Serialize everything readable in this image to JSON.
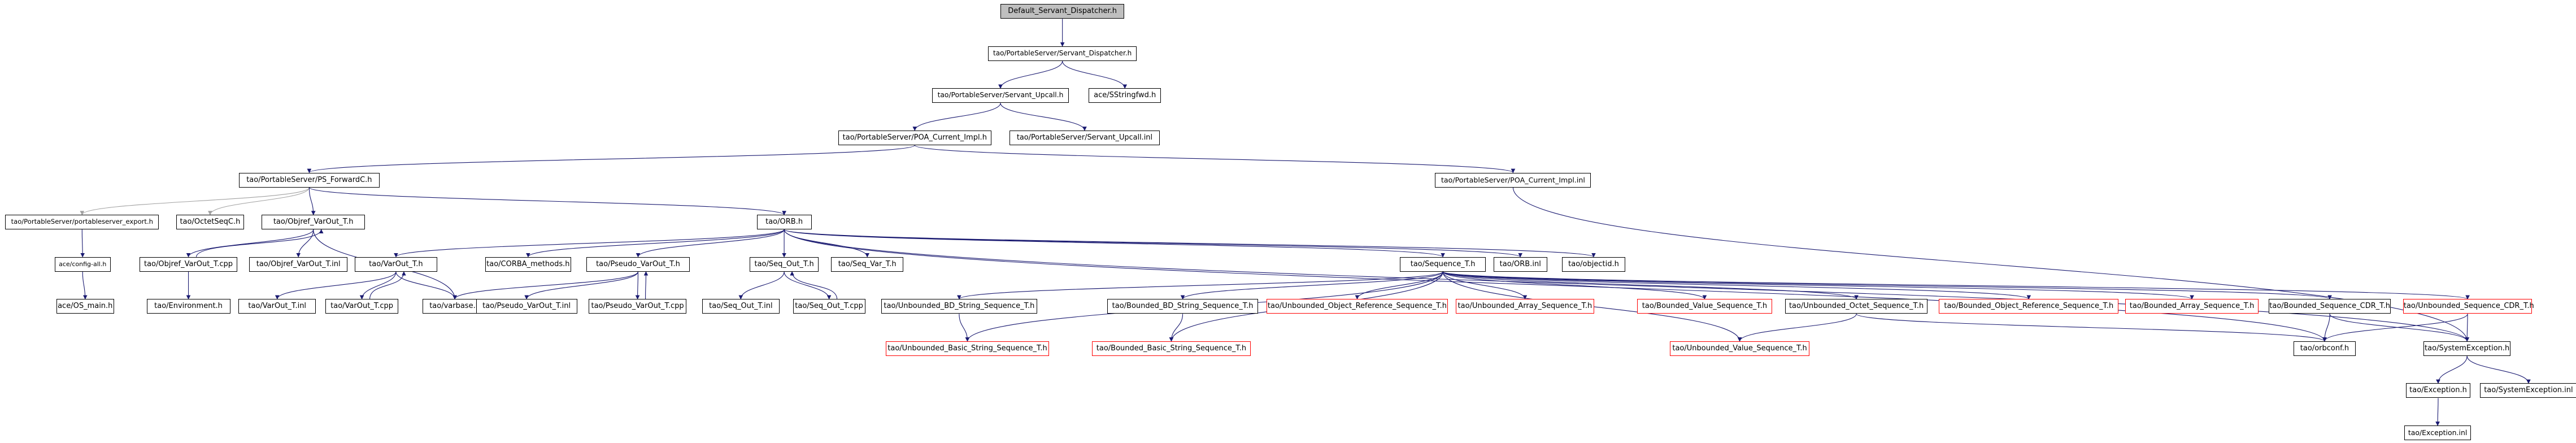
{
  "diagram": {
    "title": "Default_Servant_Dispatcher.h",
    "colors": {
      "edge": "#191970",
      "edge_alt": "#a0a0a0",
      "node_border": "#000000",
      "missing_border": "#ff0000",
      "root_fill": "#bfbfbf",
      "background": "#ffffff"
    },
    "nodes": [
      {
        "id": "n0",
        "label": "Default_Servant_Dispatcher.h",
        "root": true
      },
      {
        "id": "n1",
        "label": "tao/PortableServer/Servant_Dispatcher.h"
      },
      {
        "id": "n2",
        "label": "tao/PortableServer/Servant_Upcall.h"
      },
      {
        "id": "n3",
        "label": "ace/SStringfwd.h"
      },
      {
        "id": "n4",
        "label": "tao/PortableServer/POA_Current_Impl.h"
      },
      {
        "id": "n5",
        "label": "tao/PortableServer/Servant_Upcall.inl"
      },
      {
        "id": "n6",
        "label": "tao/PortableServer/PS_ForwardC.h"
      },
      {
        "id": "n7",
        "label": "tao/PortableServer/POA_Current_Impl.inl"
      },
      {
        "id": "n8",
        "label": "tao/PortableServer/portableserver_export.h"
      },
      {
        "id": "n9",
        "label": "tao/OctetSeqC.h"
      },
      {
        "id": "n10",
        "label": "tao/Objref_VarOut_T.h"
      },
      {
        "id": "n11",
        "label": "tao/ORB.h"
      },
      {
        "id": "n12",
        "label": "ace/config-all.h"
      },
      {
        "id": "n13",
        "label": "tao/Objref_VarOut_T.cpp"
      },
      {
        "id": "n14",
        "label": "tao/Objref_VarOut_T.inl"
      },
      {
        "id": "n15",
        "label": "tao/VarOut_T.h"
      },
      {
        "id": "n16",
        "label": "tao/CORBA_methods.h"
      },
      {
        "id": "n17",
        "label": "tao/Pseudo_VarOut_T.h"
      },
      {
        "id": "n18",
        "label": "tao/Seq_Out_T.h"
      },
      {
        "id": "n19",
        "label": "tao/Seq_Var_T.h"
      },
      {
        "id": "n20",
        "label": "tao/Sequence_T.h"
      },
      {
        "id": "n21",
        "label": "tao/ORB.inl"
      },
      {
        "id": "n22",
        "label": "tao/objectid.h"
      },
      {
        "id": "n23",
        "label": "ace/OS_main.h"
      },
      {
        "id": "n24",
        "label": "tao/Environment.h"
      },
      {
        "id": "n25",
        "label": "tao/VarOut_T.inl"
      },
      {
        "id": "n26",
        "label": "tao/VarOut_T.cpp"
      },
      {
        "id": "n27",
        "label": "tao/varbase.h"
      },
      {
        "id": "n28",
        "label": "tao/Pseudo_VarOut_T.inl"
      },
      {
        "id": "n29",
        "label": "tao/Pseudo_VarOut_T.cpp"
      },
      {
        "id": "n30",
        "label": "tao/Seq_Out_T.inl"
      },
      {
        "id": "n31",
        "label": "tao/Seq_Out_T.cpp"
      },
      {
        "id": "n32",
        "label": "tao/Unbounded_BD_String_Sequence_T.h"
      },
      {
        "id": "n33",
        "label": "tao/Bounded_BD_String_Sequence_T.h"
      },
      {
        "id": "n34",
        "label": "tao/Unbounded_Object_Reference_Sequence_T.h",
        "missing": true
      },
      {
        "id": "n35",
        "label": "tao/Unbounded_Array_Sequence_T.h",
        "missing": true
      },
      {
        "id": "n36",
        "label": "tao/Bounded_Value_Sequence_T.h",
        "missing": true
      },
      {
        "id": "n37",
        "label": "tao/Unbounded_Octet_Sequence_T.h"
      },
      {
        "id": "n38",
        "label": "tao/Bounded_Object_Reference_Sequence_T.h",
        "missing": true
      },
      {
        "id": "n39",
        "label": "tao/Bounded_Array_Sequence_T.h",
        "missing": true
      },
      {
        "id": "n40",
        "label": "tao/Bounded_Sequence_CDR_T.h"
      },
      {
        "id": "n41",
        "label": "tao/Unbounded_Sequence_CDR_T.h",
        "missing": true
      },
      {
        "id": "n42",
        "label": "tao/Unbounded_Basic_String_Sequence_T.h",
        "missing": true
      },
      {
        "id": "n43",
        "label": "tao/Bounded_Basic_String_Sequence_T.h",
        "missing": true
      },
      {
        "id": "n44",
        "label": "tao/Unbounded_Value_Sequence_T.h",
        "missing": true
      },
      {
        "id": "n45",
        "label": "tao/orbconf.h"
      },
      {
        "id": "n46",
        "label": "tao/SystemException.h"
      },
      {
        "id": "n47",
        "label": "tao/Exception.h"
      },
      {
        "id": "n48",
        "label": "tao/SystemException.inl"
      },
      {
        "id": "n49",
        "label": "tao/Exception.inl"
      }
    ],
    "edges": [
      [
        "n0",
        "n1"
      ],
      [
        "n1",
        "n2"
      ],
      [
        "n1",
        "n3"
      ],
      [
        "n2",
        "n4"
      ],
      [
        "n2",
        "n5"
      ],
      [
        "n4",
        "n6"
      ],
      [
        "n4",
        "n7"
      ],
      [
        "n7",
        "n46"
      ],
      [
        "n6",
        "n8"
      ],
      [
        "n6",
        "n9"
      ],
      [
        "n6",
        "n10"
      ],
      [
        "n6",
        "n11"
      ],
      [
        "n8",
        "n12"
      ],
      [
        "n12",
        "n23"
      ],
      [
        "n10",
        "n13"
      ],
      [
        "n10",
        "n14"
      ],
      [
        "n10",
        "n27"
      ],
      [
        "n13",
        "n10"
      ],
      [
        "n13",
        "n24"
      ],
      [
        "n11",
        "n15"
      ],
      [
        "n11",
        "n16"
      ],
      [
        "n11",
        "n17"
      ],
      [
        "n11",
        "n18"
      ],
      [
        "n11",
        "n19"
      ],
      [
        "n11",
        "n20"
      ],
      [
        "n11",
        "n21"
      ],
      [
        "n11",
        "n22"
      ],
      [
        "n11",
        "n46"
      ],
      [
        "n11",
        "n45"
      ],
      [
        "n15",
        "n25"
      ],
      [
        "n15",
        "n26"
      ],
      [
        "n15",
        "n27"
      ],
      [
        "n26",
        "n15"
      ],
      [
        "n17",
        "n27"
      ],
      [
        "n17",
        "n28"
      ],
      [
        "n17",
        "n29"
      ],
      [
        "n29",
        "n17"
      ],
      [
        "n18",
        "n30"
      ],
      [
        "n18",
        "n31"
      ],
      [
        "n31",
        "n18"
      ],
      [
        "n20",
        "n32"
      ],
      [
        "n20",
        "n33"
      ],
      [
        "n20",
        "n34"
      ],
      [
        "n20",
        "n35"
      ],
      [
        "n20",
        "n36"
      ],
      [
        "n20",
        "n37"
      ],
      [
        "n20",
        "n38"
      ],
      [
        "n20",
        "n39"
      ],
      [
        "n20",
        "n40"
      ],
      [
        "n20",
        "n41"
      ],
      [
        "n20",
        "n42"
      ],
      [
        "n20",
        "n43"
      ],
      [
        "n20",
        "n44"
      ],
      [
        "n32",
        "n42"
      ],
      [
        "n33",
        "n43"
      ],
      [
        "n37",
        "n44"
      ],
      [
        "n37",
        "n45"
      ],
      [
        "n40",
        "n45"
      ],
      [
        "n40",
        "n46"
      ],
      [
        "n41",
        "n45"
      ],
      [
        "n41",
        "n46"
      ],
      [
        "n46",
        "n47"
      ],
      [
        "n46",
        "n48"
      ],
      [
        "n47",
        "n49"
      ]
    ]
  }
}
